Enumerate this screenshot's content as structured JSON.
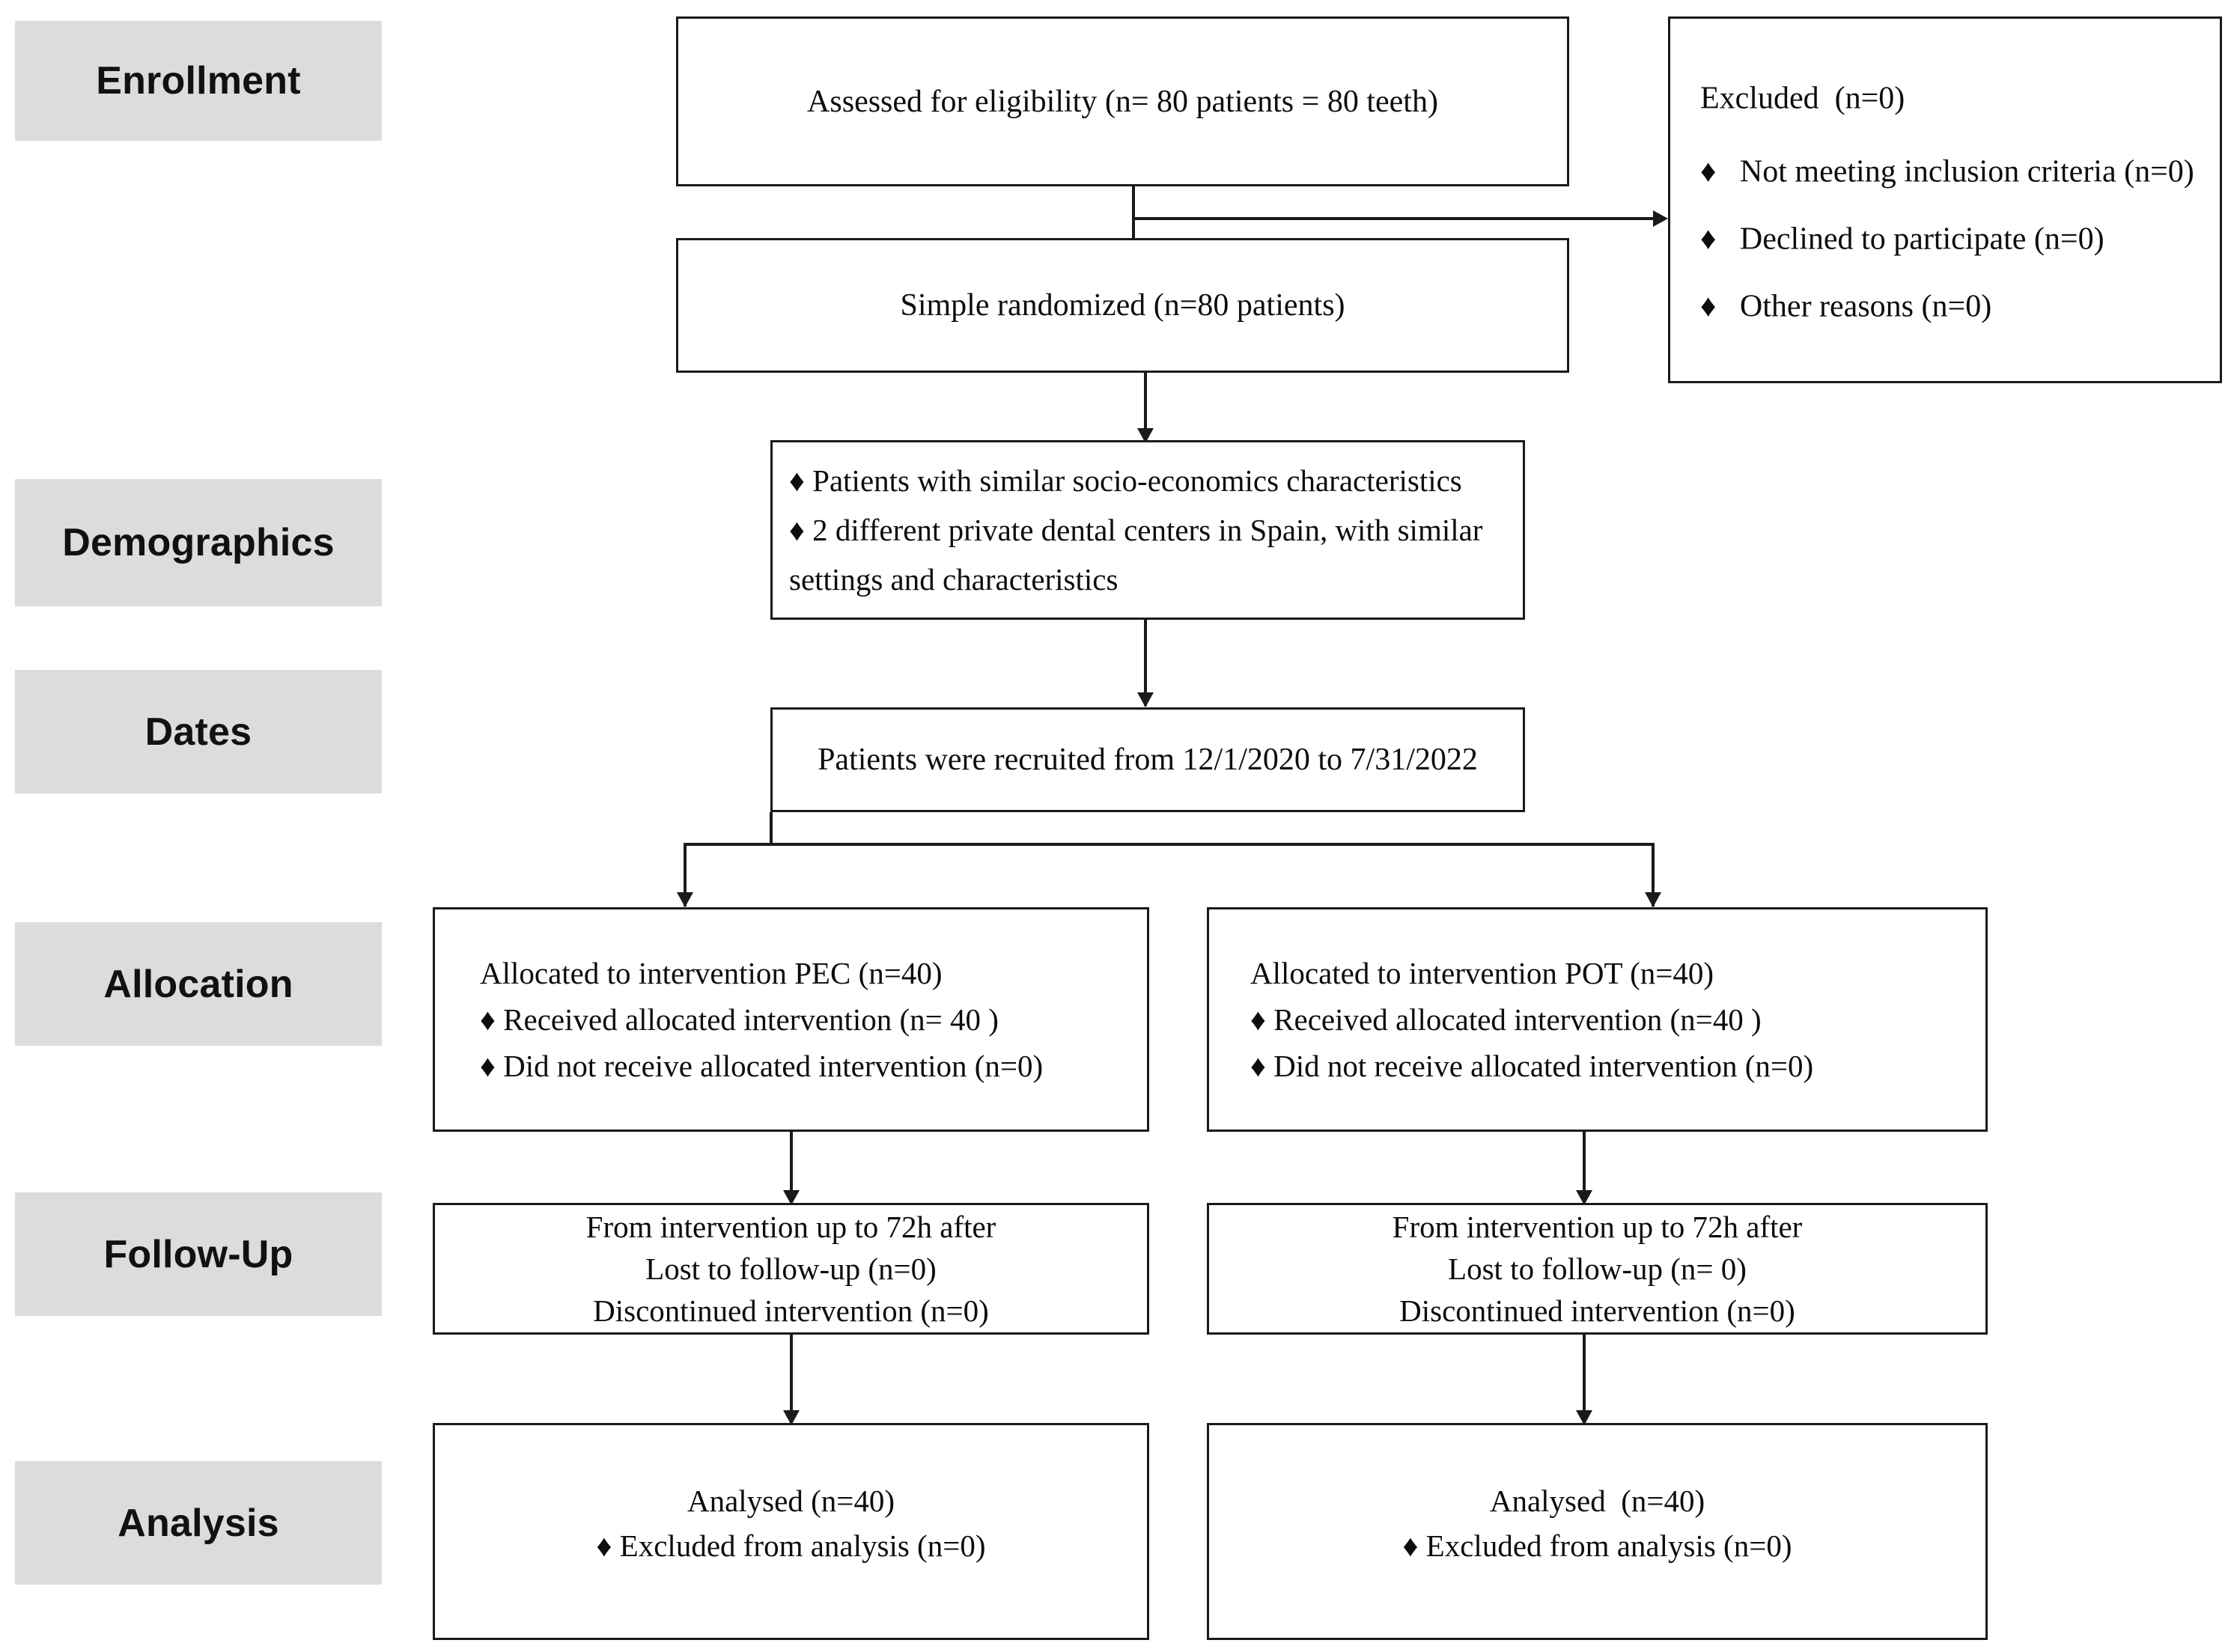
{
  "diagram": {
    "title": "CONSORT participant flow diagram",
    "accent_color": "#1a1a1a",
    "stage_bg_color": "#dcdcdc",
    "page_bg_color": "#ffffff"
  },
  "stages": [
    {
      "label": "Enrollment"
    },
    {
      "label": "Demographics"
    },
    {
      "label": "Dates"
    },
    {
      "label": "Allocation"
    },
    {
      "label": "Follow-Up"
    },
    {
      "label": "Analysis"
    }
  ],
  "boxes": {
    "eligibility": {
      "lines": [
        "Assessed for eligibility (n= 80 patients = 80 teeth)"
      ]
    },
    "excluded": {
      "lines": [
        "Excluded  (n=0)",
        "♦   Not meeting inclusion criteria (n=0)",
        "♦   Declined to participate (n=0)",
        "♦   Other reasons (n=0)"
      ]
    },
    "randomized": {
      "lines": [
        "Simple randomized (n=80 patients)"
      ]
    },
    "demographics": {
      "lines": [
        "♦ Patients with similar socio-economics characteristics",
        "♦ 2 different private dental centers in Spain, with similar",
        "settings and characteristics"
      ]
    },
    "dates": {
      "lines": [
        "Patients were recruited from 12/1/2020 to 7/31/2022"
      ]
    },
    "allocation_left": {
      "lines": [
        "Allocated to intervention PEC (n=40)",
        "♦ Received allocated intervention (n= 40 )",
        "♦ Did not receive allocated intervention (n=0)"
      ]
    },
    "allocation_right": {
      "lines": [
        "Allocated to intervention POT (n=40)",
        "♦ Received allocated intervention (n=40 )",
        "♦ Did not receive allocated intervention (n=0)"
      ]
    },
    "followup_left": {
      "lines": [
        "From intervention up to 72h after",
        "Lost to follow-up (n=0)",
        "Discontinued intervention (n=0)"
      ]
    },
    "followup_right": {
      "lines": [
        "From intervention up to 72h after",
        "Lost to follow-up (n= 0)",
        "Discontinued intervention (n=0)"
      ]
    },
    "analysis_left": {
      "lines": [
        "Analysed (n=40)",
        "♦ Excluded from analysis (n=0)"
      ]
    },
    "analysis_right": {
      "lines": [
        "Analysed  (n=40)",
        "♦ Excluded from analysis (n=0)"
      ]
    }
  }
}
